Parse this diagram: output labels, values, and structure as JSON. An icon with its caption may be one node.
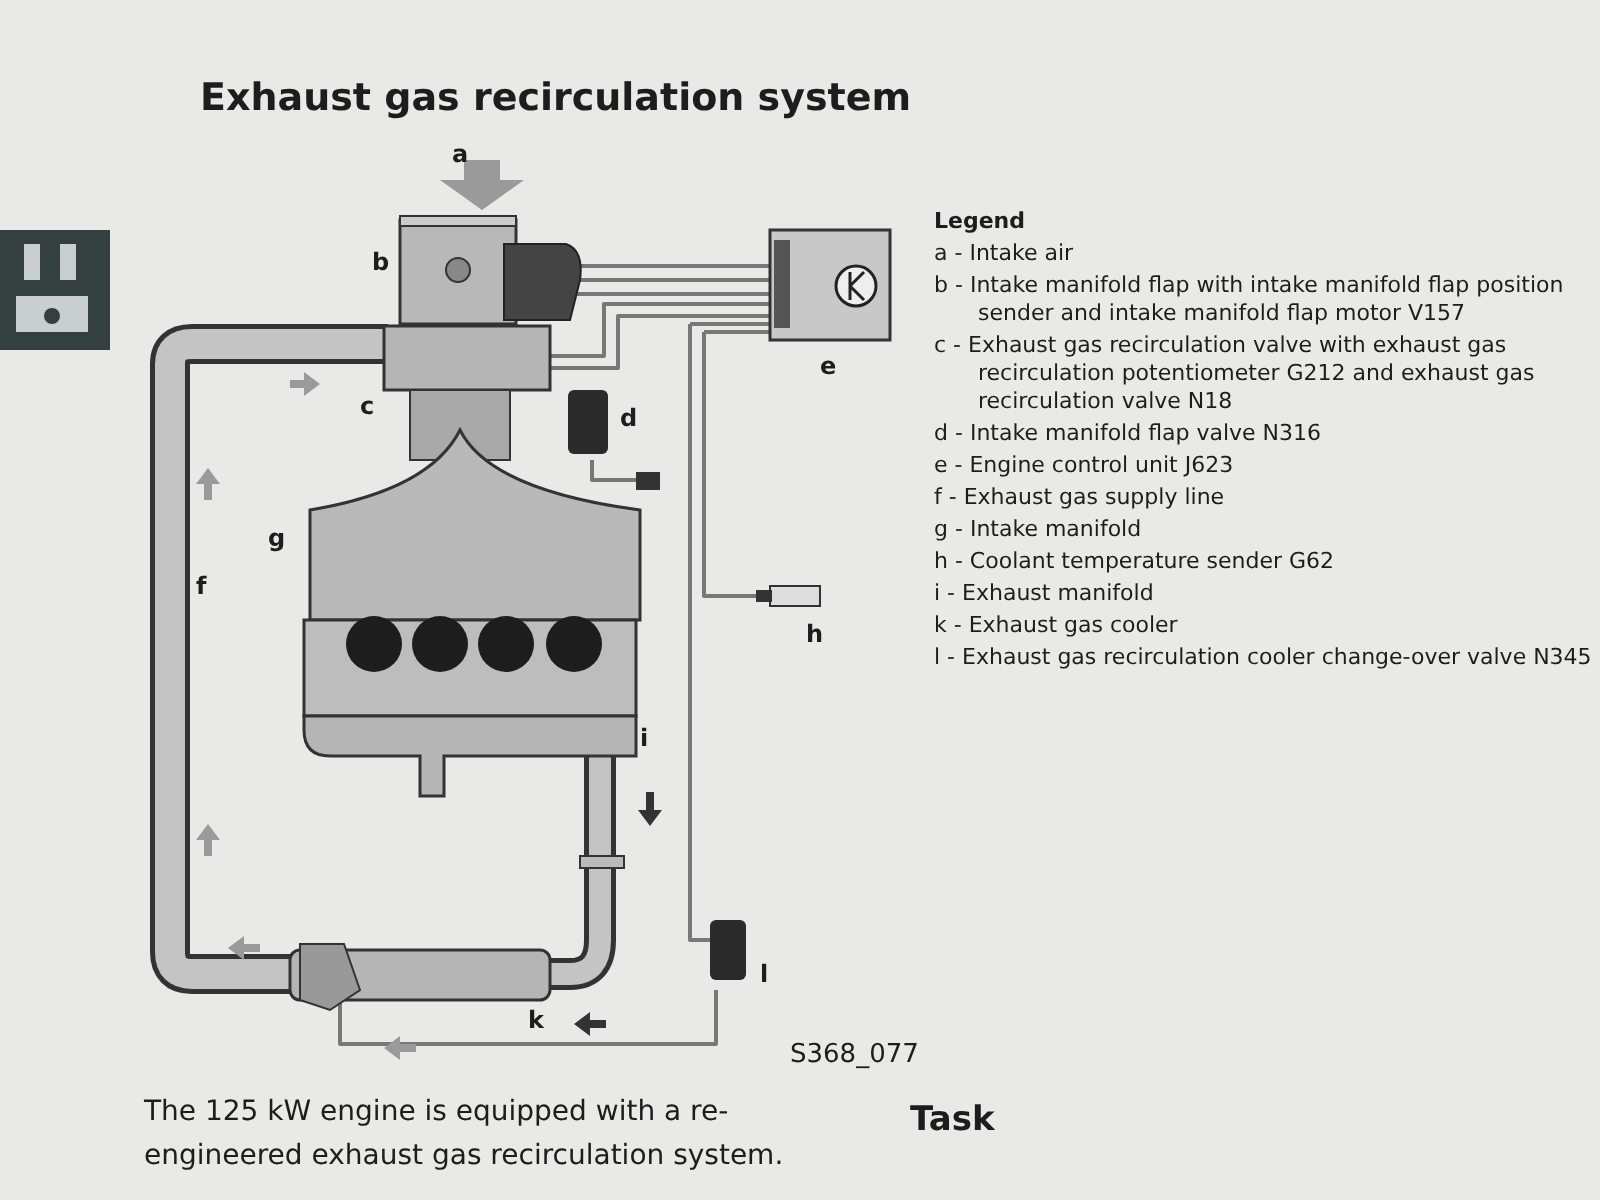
{
  "diagram": {
    "title": "Exhaust gas recirculation system",
    "labels": [
      "a",
      "b",
      "c",
      "d",
      "e",
      "f",
      "g",
      "h",
      "i",
      "k",
      "l",
      "S368_077",
      "Legend",
      "a - Intake air",
      "b - Intake manifold flap with intake manifold flap position sender and intake manifold flap motor V157",
      "c - Exhaust gas recirculation valve with exhaust gas recirculation potentiometer G212 and exhaust gas recirculation valve N18",
      "d - Intake manifold flap valve N316",
      "e - Engine control unit J623",
      "f - Exhaust gas supply line",
      "g - Intake manifold",
      "h - Coolant temperature sender G62",
      "i - Exhaust manifold",
      "k - Exhaust gas cooler",
      "l - Exhaust gas recirculation cooler change-over valve N345",
      "The 125 kW engine is equipped with a re-engineered exhaust gas recirculation system.",
      "Task"
    ]
  }
}
